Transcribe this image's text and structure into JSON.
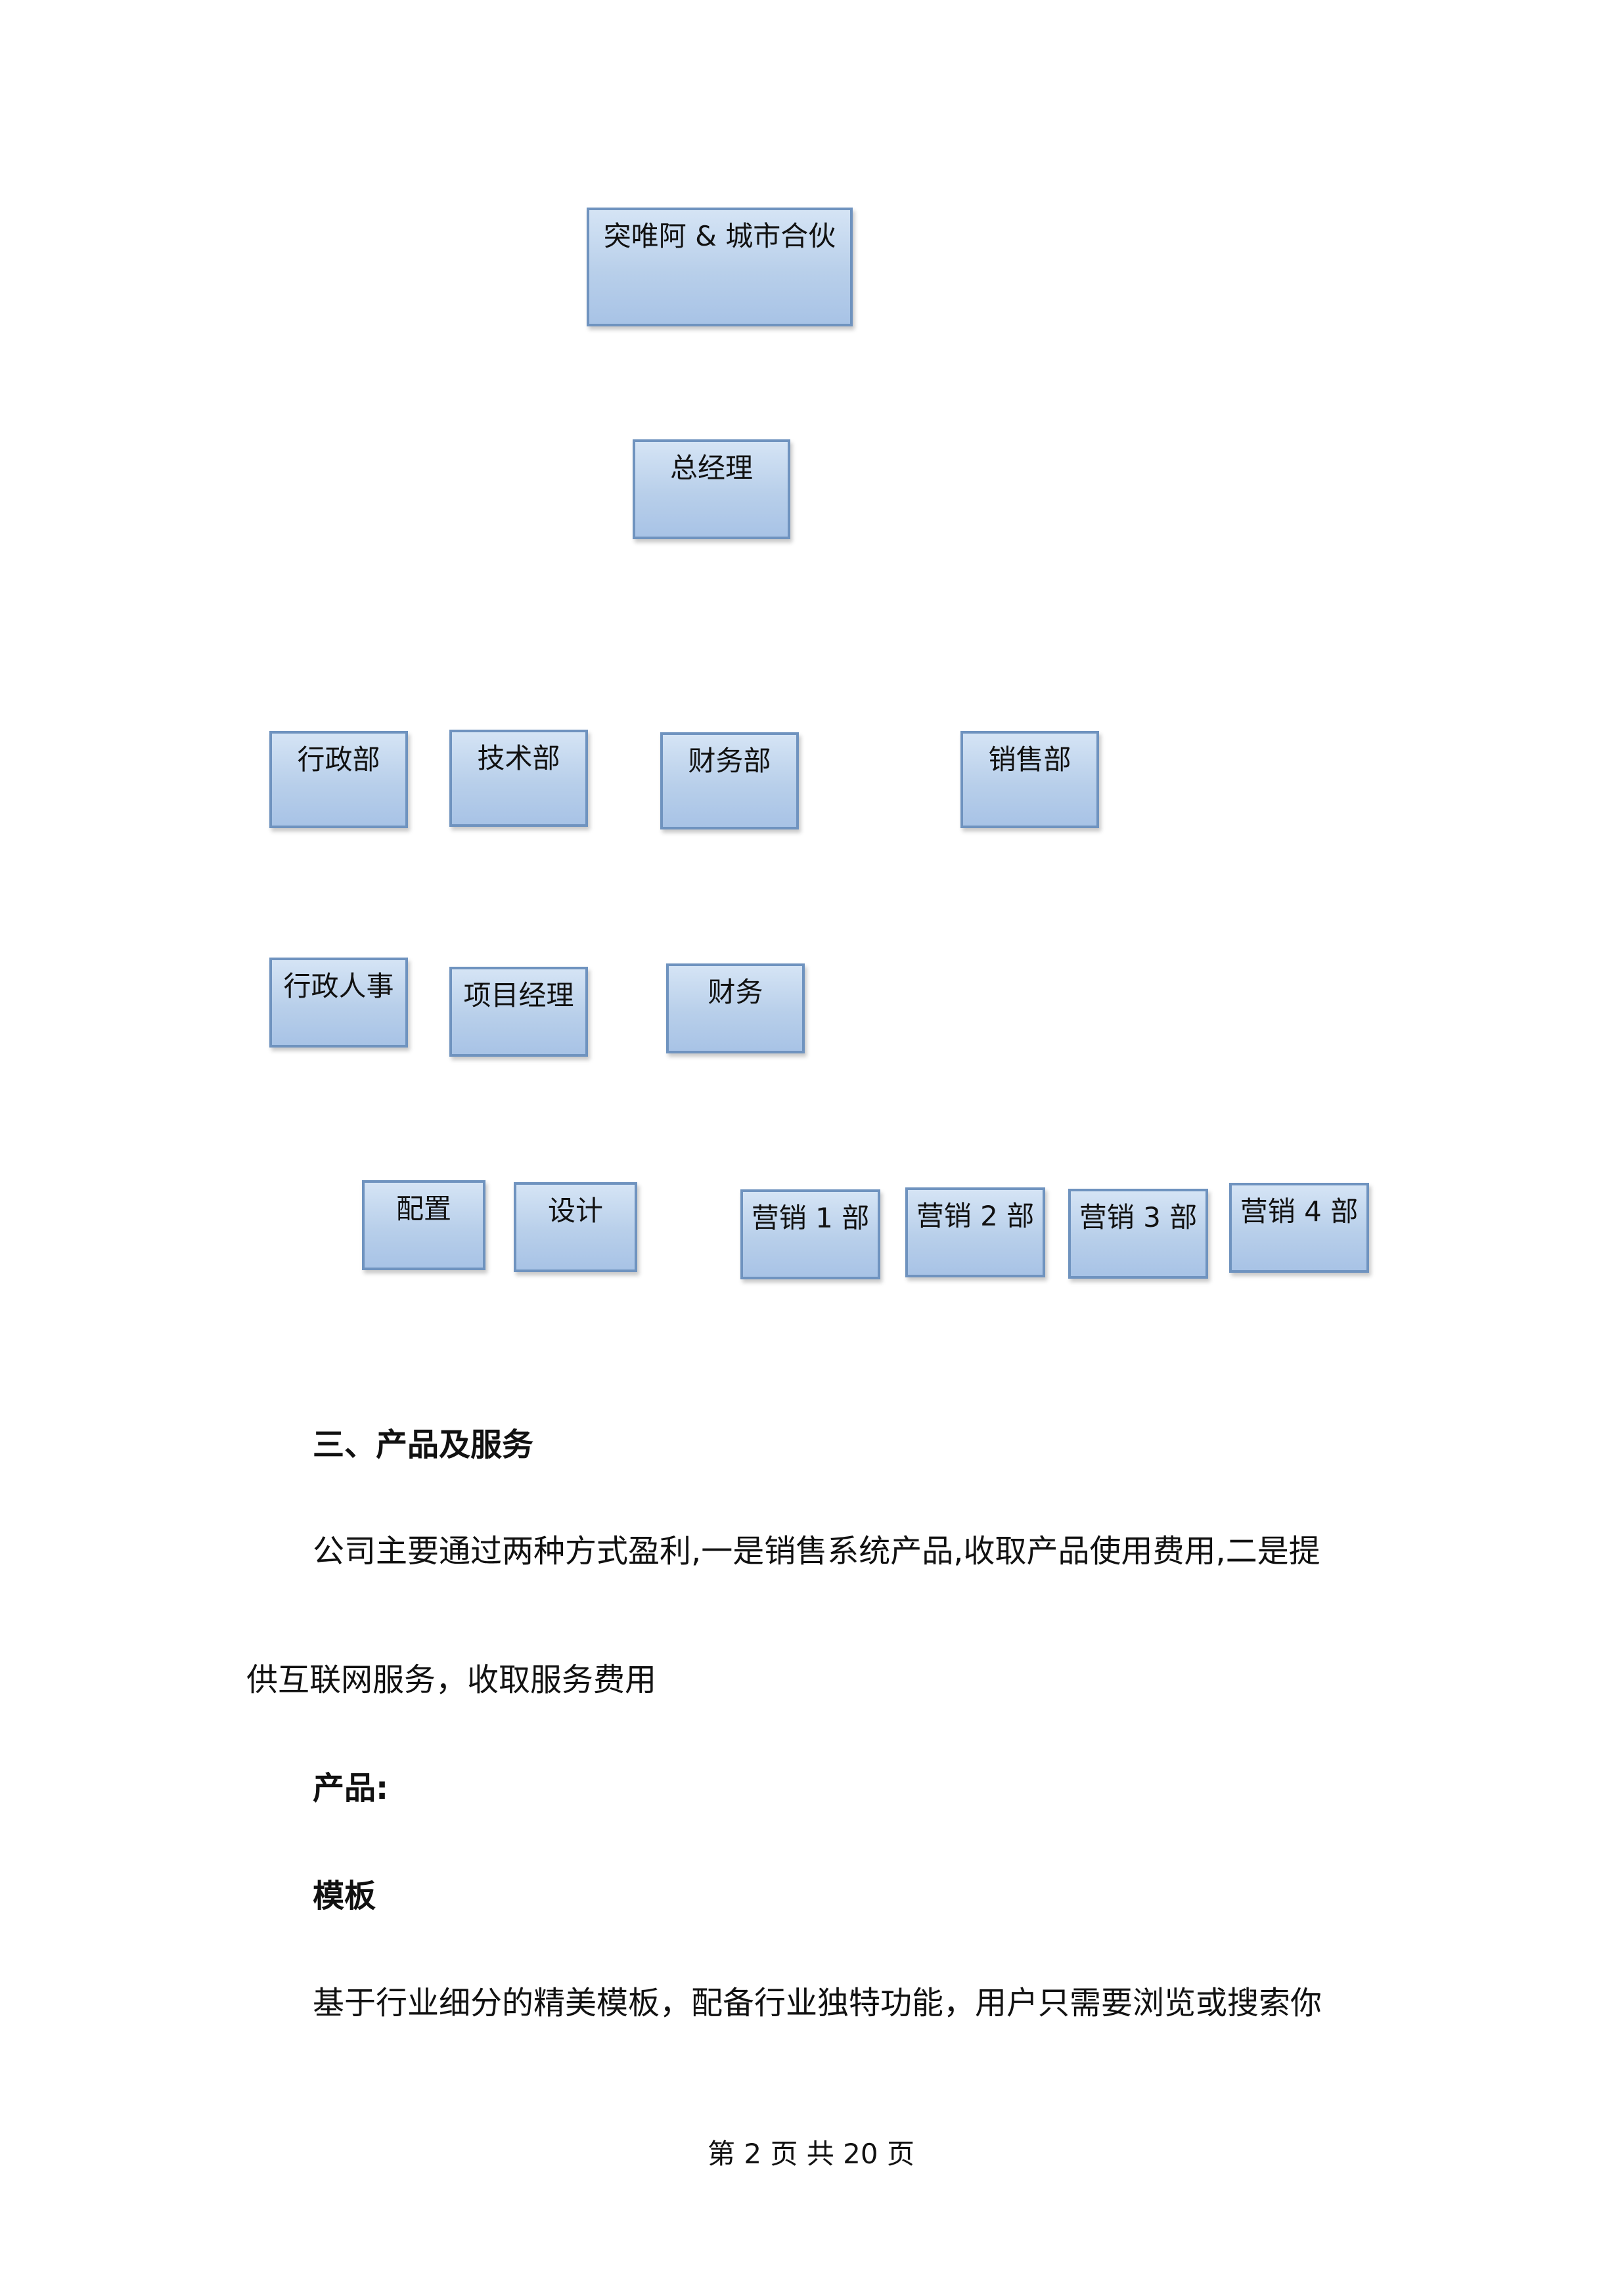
{
  "org_chart": {
    "top": "突唯阿 & 城市合伙",
    "gm": "总经理",
    "departments": [
      "行政部",
      "技术部",
      "财务部",
      "销售部"
    ],
    "sub_units": [
      "行政人事",
      "项目经理",
      "财务"
    ],
    "teams": [
      "配置",
      "设计",
      "营销 1 部",
      "营销 2 部",
      "营销 3 部",
      "营销 4 部"
    ]
  },
  "section": {
    "heading": "三、产品及服务",
    "intro_line1": "公司主要通过两种方式盈利,一是销售系统产品,收取产品使用费用,二是提",
    "intro_line2": "供互联网服务，收取服务费用",
    "products_label": "产品:",
    "template_heading": "模板",
    "template_desc": "基于行业细分的精美模板，配备行业独特功能，用户只需要浏览或搜索你"
  },
  "footer": {
    "page_info": "第 2 页 共 20 页"
  }
}
